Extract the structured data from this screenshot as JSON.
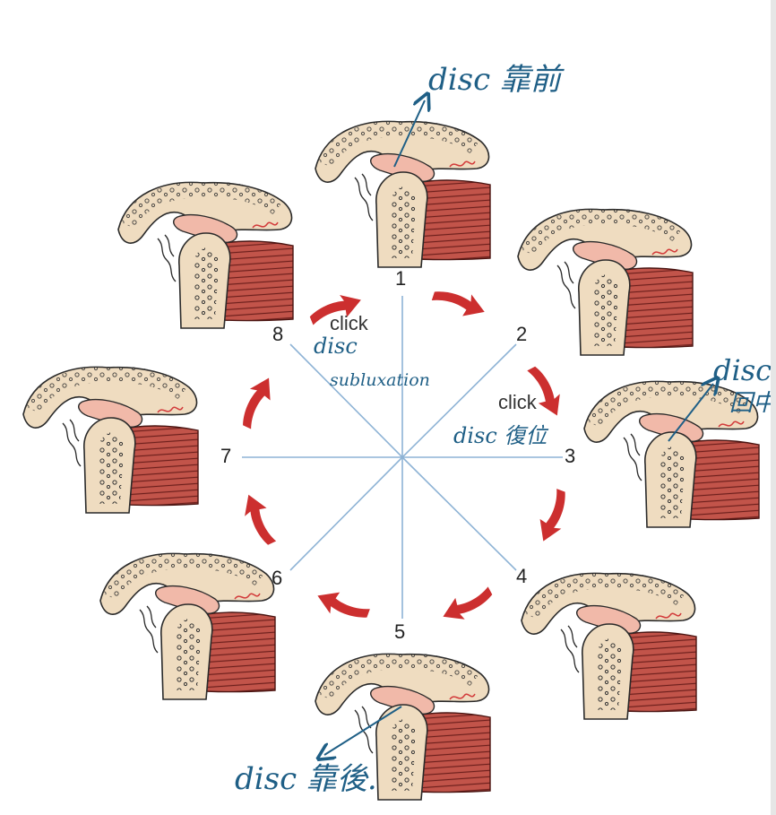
{
  "diagram": {
    "positions": [
      {
        "number": "1",
        "note": "disc 靠前"
      },
      {
        "number": "2",
        "note": ""
      },
      {
        "number": "3",
        "note": "disc 回中"
      },
      {
        "number": "4",
        "note": ""
      },
      {
        "number": "5",
        "note": "disc 靠後."
      },
      {
        "number": "6",
        "note": ""
      },
      {
        "number": "7",
        "note": ""
      },
      {
        "number": "8",
        "note": ""
      }
    ],
    "click_labels": [
      "click",
      "click"
    ],
    "handwritten": {
      "at_8_line1": "disc",
      "at_8_line2": "subluxation",
      "at_3_click": "disc 復位"
    }
  },
  "colors": {
    "bone": "#efdcc0",
    "bone_outline": "#2a2a2a",
    "disc": "#f1b9a9",
    "muscle": "#c2544a",
    "arrow": "#cc2f2f",
    "axis_lines": "#8eb3d5",
    "handwriting": "#1f5f86"
  }
}
